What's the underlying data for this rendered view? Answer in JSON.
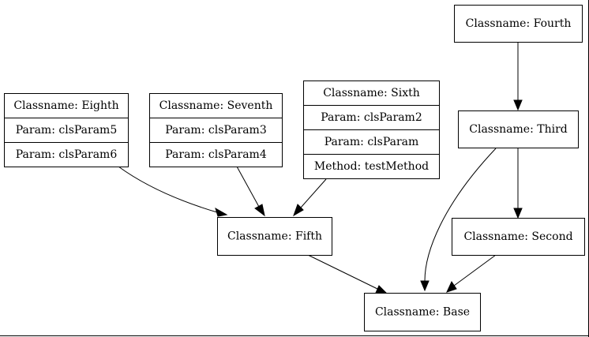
{
  "diagram": {
    "nodes": {
      "fourth": {
        "title": "Classname: Fourth"
      },
      "third": {
        "title": "Classname: Third"
      },
      "second": {
        "title": "Classname: Second"
      },
      "eighth": {
        "title": "Classname: Eighth",
        "rows": [
          "Param: clsParam5",
          "Param: clsParam6"
        ]
      },
      "seventh": {
        "title": "Classname: Seventh",
        "rows": [
          "Param: clsParam3",
          "Param: clsParam4"
        ]
      },
      "sixth": {
        "title": "Classname: Sixth",
        "rows": [
          "Param: clsParam2",
          "Param: clsParam",
          "Method: testMethod"
        ]
      },
      "fifth": {
        "title": "Classname: Fifth"
      },
      "base": {
        "title": "Classname: Base"
      }
    },
    "edges": [
      {
        "from": "fourth",
        "to": "third"
      },
      {
        "from": "third",
        "to": "second"
      },
      {
        "from": "third",
        "to": "base"
      },
      {
        "from": "second",
        "to": "base"
      },
      {
        "from": "eighth",
        "to": "fifth"
      },
      {
        "from": "seventh",
        "to": "fifth"
      },
      {
        "from": "sixth",
        "to": "fifth"
      },
      {
        "from": "fifth",
        "to": "base"
      }
    ]
  }
}
